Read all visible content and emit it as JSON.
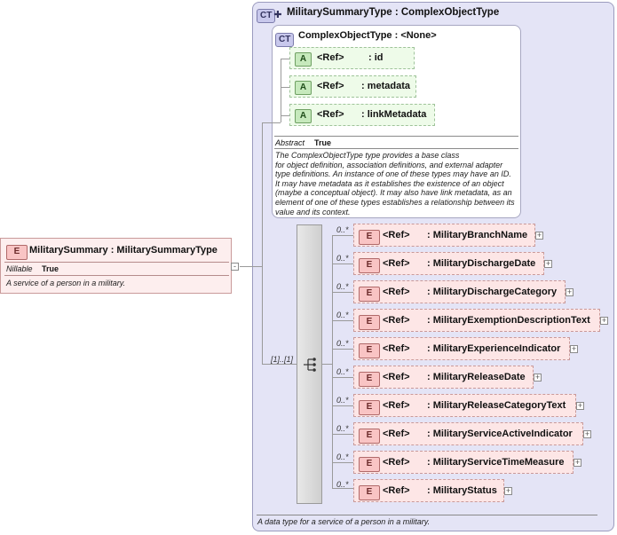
{
  "outer_type": {
    "badge": "CT",
    "title": "MilitarySummaryType : ComplexObjectType",
    "documentation": "A data type for a service of a person in a military."
  },
  "base_type": {
    "badge": "CT",
    "title": "ComplexObjectType : <None>",
    "attributes": [
      {
        "badge": "A",
        "ref": "<Ref>",
        "name": ": id"
      },
      {
        "badge": "A",
        "ref": "<Ref>",
        "name": ": metadata"
      },
      {
        "badge": "A",
        "ref": "<Ref>",
        "name": ": linkMetadata"
      }
    ],
    "abstract_label": "Abstract",
    "abstract_value": "True",
    "documentation_lines": [
      "The ComplexObjectType type provides a base class",
      "for object definition, association definitions, and external adapter",
      "type definitions. An instance of one of these types may have an ID.",
      "It may have metadata as it establishes the existence of an object",
      "(maybe a conceptual object). It may also have link metadata, as an",
      "element of one of these types establishes a relationship between its",
      "value and its context."
    ]
  },
  "root_element": {
    "badge": "E",
    "title": "MilitarySummary : MilitarySummaryType",
    "nillable_label": "Nillable",
    "nillable_value": "True",
    "documentation": "A service of a person in a military.",
    "collapse_symbol": "-"
  },
  "sequence": {
    "cardinality": "[1]..[1]",
    "icon": "sequence-icon"
  },
  "children": [
    {
      "occ": "0..*",
      "badge": "E",
      "ref": "<Ref>",
      "name": ": MilitaryBranchName"
    },
    {
      "occ": "0..*",
      "badge": "E",
      "ref": "<Ref>",
      "name": ": MilitaryDischargeDate"
    },
    {
      "occ": "0..*",
      "badge": "E",
      "ref": "<Ref>",
      "name": ": MilitaryDischargeCategory"
    },
    {
      "occ": "0..*",
      "badge": "E",
      "ref": "<Ref>",
      "name": ": MilitaryExemptionDescriptionText"
    },
    {
      "occ": "0..*",
      "badge": "E",
      "ref": "<Ref>",
      "name": ": MilitaryExperienceIndicator"
    },
    {
      "occ": "0..*",
      "badge": "E",
      "ref": "<Ref>",
      "name": ": MilitaryReleaseDate"
    },
    {
      "occ": "0..*",
      "badge": "E",
      "ref": "<Ref>",
      "name": ": MilitaryReleaseCategoryText"
    },
    {
      "occ": "0..*",
      "badge": "E",
      "ref": "<Ref>",
      "name": ": MilitaryServiceActiveIndicator"
    },
    {
      "occ": "0..*",
      "badge": "E",
      "ref": "<Ref>",
      "name": ": MilitaryServiceTimeMeasure"
    },
    {
      "occ": "0..*",
      "badge": "E",
      "ref": "<Ref>",
      "name": ": MilitaryStatus"
    }
  ],
  "expand_symbol": "+",
  "colors": {
    "complex_type_bg": "#e4e4f6",
    "element_bg": "#fde6e6",
    "attribute_bg": "#eefbe9"
  }
}
